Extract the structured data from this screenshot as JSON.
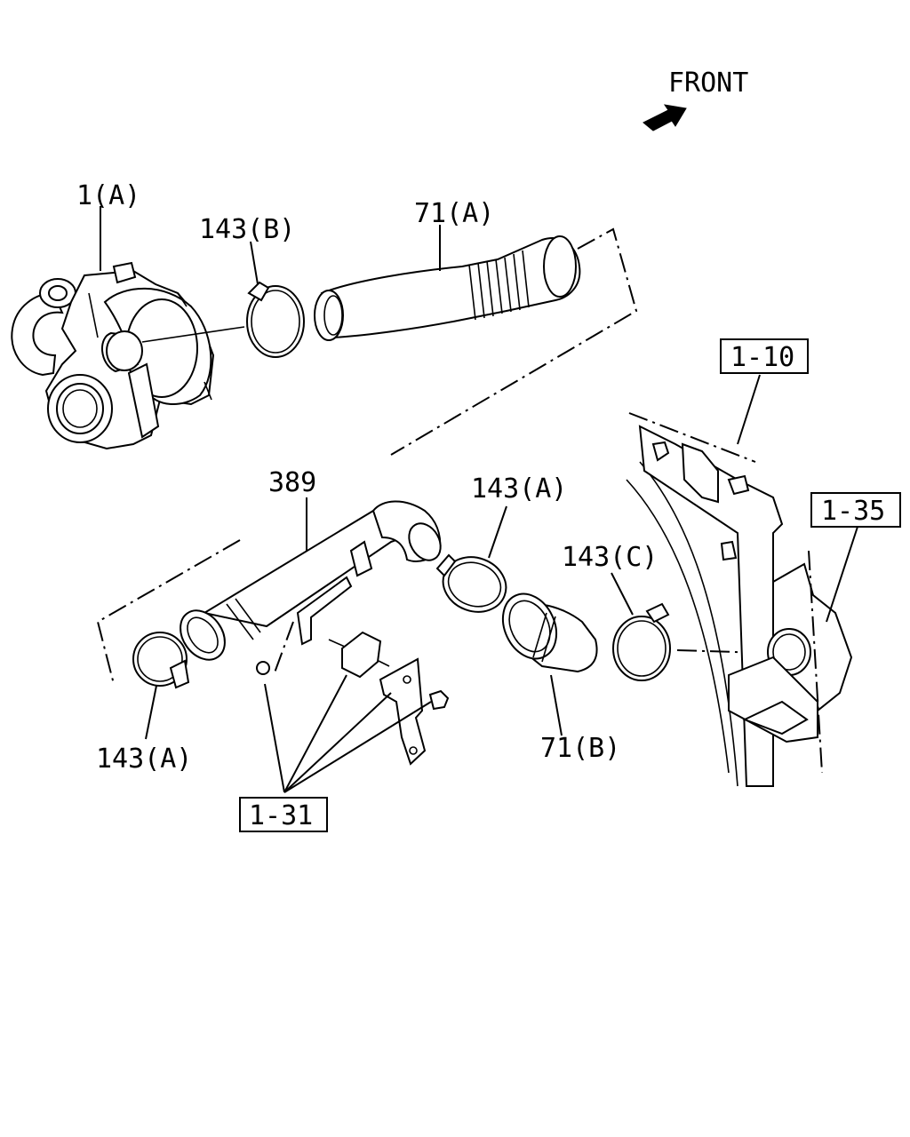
{
  "direction": {
    "label": "FRONT"
  },
  "callouts": {
    "turbocharger": "1(A)",
    "clamp_b": "143(B)",
    "hose_a": "71(A)",
    "pipe": "389",
    "clamp_a_upper": "143(A)",
    "clamp_c": "143(C)",
    "clamp_a_lower": "143(A)",
    "hose_b": "71(B)"
  },
  "references": {
    "radiator": "1-10",
    "intercooler": "1-35",
    "bracket": "1-31"
  },
  "icons": {
    "direction_arrow": "front-arrow-icon"
  }
}
